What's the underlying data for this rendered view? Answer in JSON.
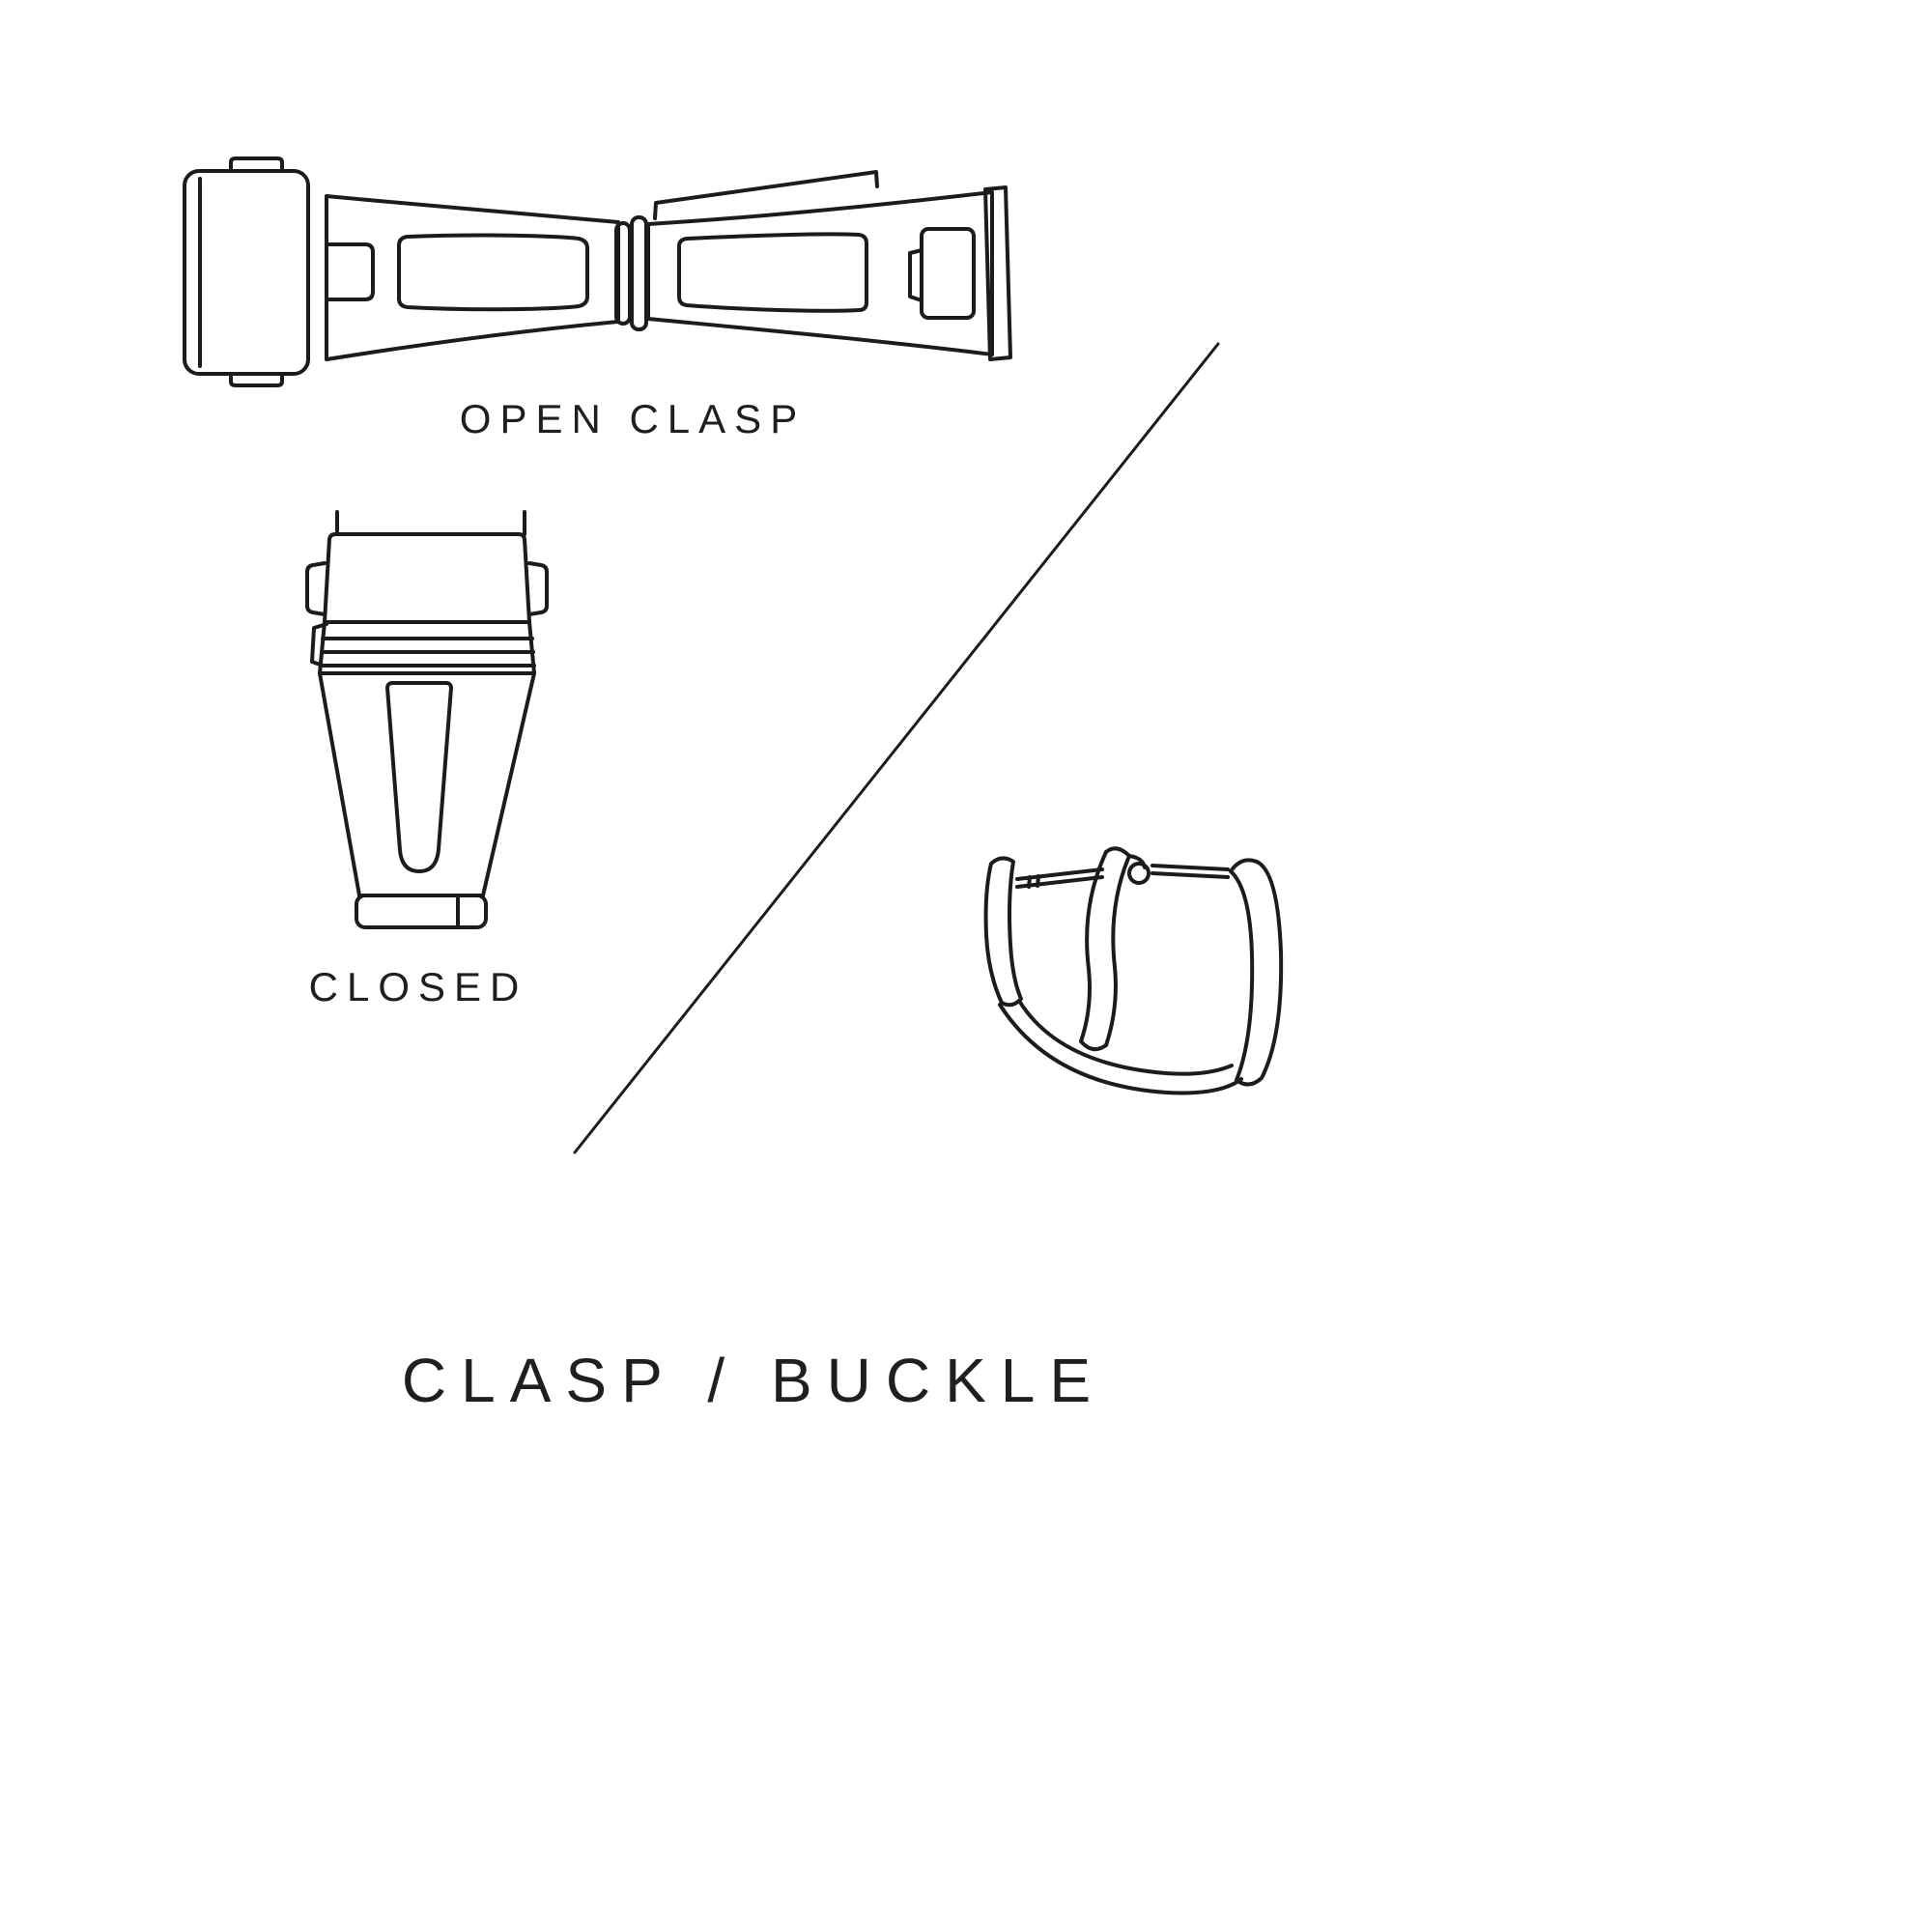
{
  "page": {
    "background_color": "#ffffff",
    "line_color": "#1c1c1c",
    "text_color": "#1f1f1f"
  },
  "labels": {
    "open_clasp": "OPEN CLASP",
    "closed": "CLOSED",
    "title": "CLASP / BUCKLE"
  },
  "illustrations": {
    "open_clasp": "open-deployant-clasp-line-drawing",
    "closed_clasp": "closed-clasp-line-drawing",
    "buckle": "tang-buckle-line-drawing",
    "divider": "diagonal-divider-line"
  }
}
